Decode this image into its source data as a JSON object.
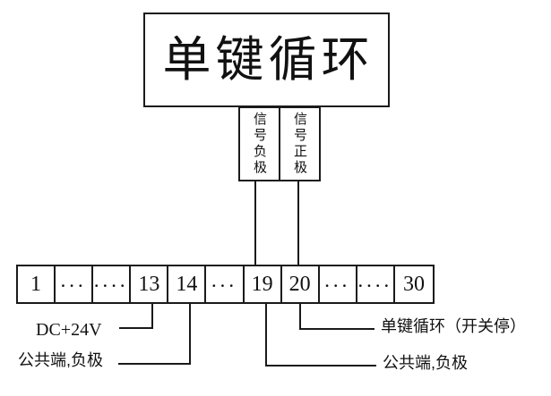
{
  "device": {
    "label": "单键循环"
  },
  "signal_labels": {
    "negative": "信号负极",
    "positive": "信号正极"
  },
  "terminal_strip": {
    "cells": [
      "1",
      "···",
      "····",
      "13",
      "14",
      "···",
      "19",
      "20",
      "···",
      "····",
      "30"
    ]
  },
  "annotations": {
    "dc_24v": "DC+24V",
    "common_negative_left": "公共端,负极",
    "single_key_loop": "单键循环（开关停）",
    "common_negative_right": "公共端,负极"
  },
  "colors": {
    "background": "#ffffff",
    "line": "#1a1a1a",
    "text": "#111111"
  }
}
